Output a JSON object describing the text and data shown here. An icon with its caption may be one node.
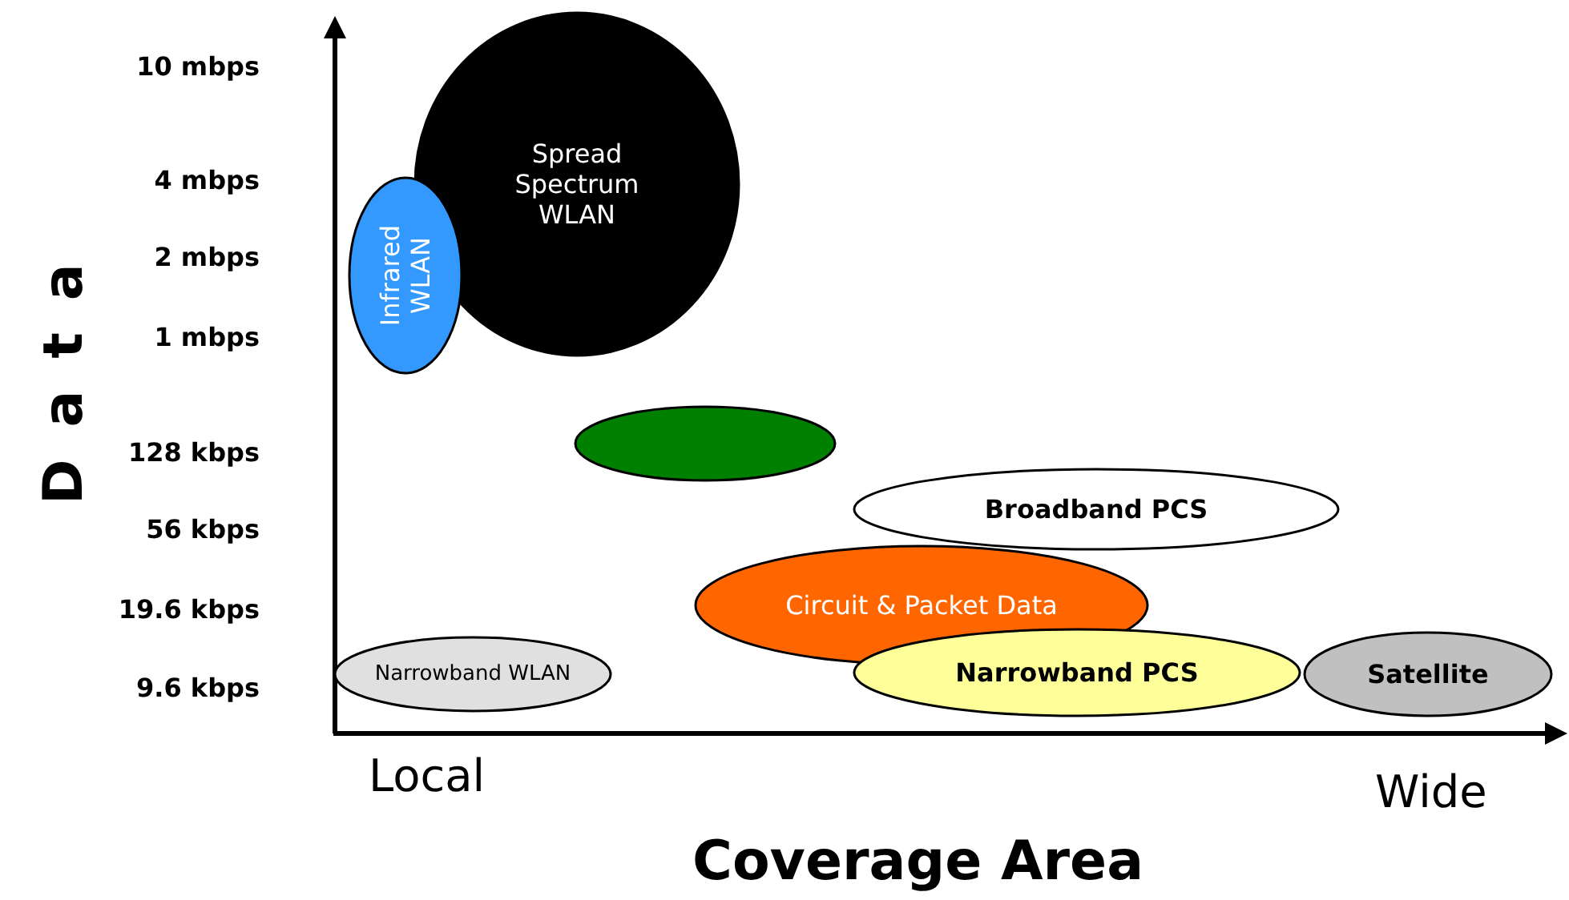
{
  "diagram": {
    "nodes": [
      {
        "text": [
          "Spread Spectrum WLAN"
        ]
      },
      {
        "text": [
          "Infrared WLAN"
        ]
      },
      {
        "text": [],
        "shape": "ellipse"
      },
      {
        "text": [
          "Broadband PCS"
        ]
      },
      {
        "text": [
          "Circuit & Packet Data"
        ]
      },
      {
        "text": [
          "Narrowband WLAN"
        ]
      },
      {
        "text": [
          "Narrowband PCS"
        ]
      },
      {
        "text": [
          "Satellite"
        ]
      }
    ],
    "labels": [
      "10 mbps",
      "4 mbps",
      "2 mbps",
      "1 mbps",
      "128 kbps",
      "56 kbps",
      "19.6 kbps",
      "9.6 kbps",
      "Data",
      "Local",
      "Wide",
      "Coverage Area"
    ]
  }
}
